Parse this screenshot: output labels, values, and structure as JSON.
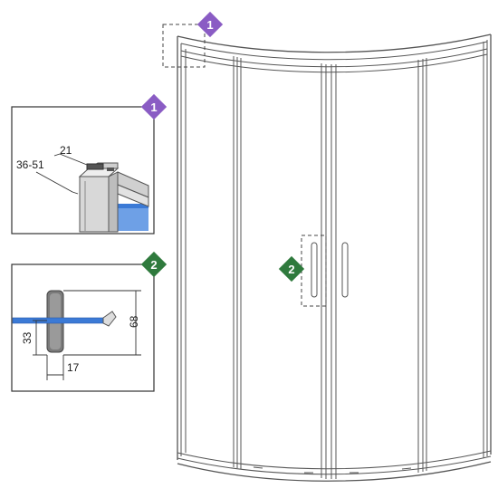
{
  "badges": {
    "one_label": "1",
    "two_label": "2"
  },
  "detail_top": {
    "dim_width": "21",
    "dim_range": "36-51"
  },
  "detail_handle": {
    "dim_height": "68",
    "dim_offset": "33",
    "dim_depth": "17"
  },
  "colors": {
    "badge_one": "#8a5cc4",
    "badge_two": "#2f7a3d",
    "frame_line": "#555555",
    "glass_blue": "#3b7ad6"
  }
}
